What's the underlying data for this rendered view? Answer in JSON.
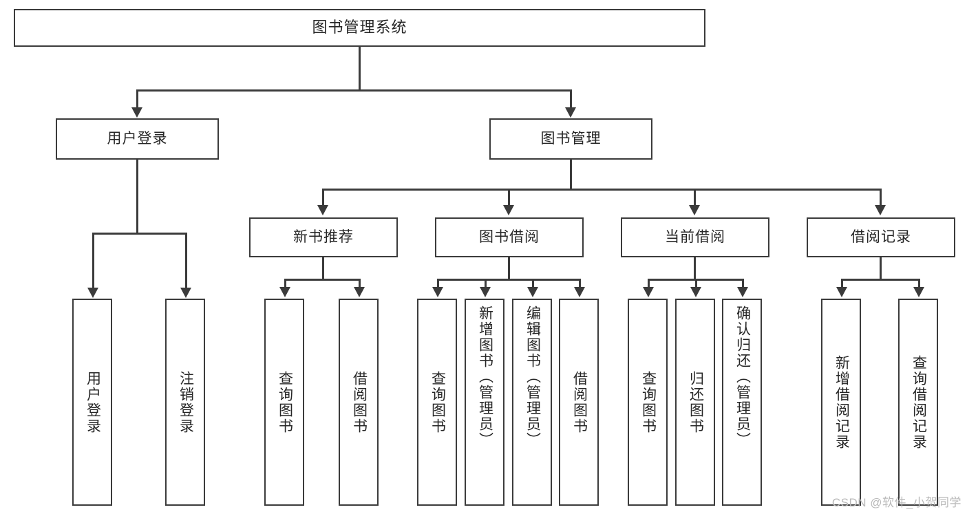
{
  "diagram": {
    "type": "tree-hierarchy",
    "title": "图书管理系统",
    "root": {
      "label": "图书管理系统"
    },
    "level2": [
      {
        "label": "用户登录"
      },
      {
        "label": "图书管理"
      }
    ],
    "level3": [
      {
        "label": "新书推荐"
      },
      {
        "label": "图书借阅"
      },
      {
        "label": "当前借阅"
      },
      {
        "label": "借阅记录"
      }
    ],
    "leaves": {
      "user_login": [
        {
          "label": "用户登录"
        },
        {
          "label": "注销登录"
        }
      ],
      "new_book_recommend": [
        {
          "label": "查询图书"
        },
        {
          "label": "借阅图书"
        }
      ],
      "book_borrow": [
        {
          "label": "查询图书"
        },
        {
          "label": "新增图书（管理员）"
        },
        {
          "label": "编辑图书（管理员）"
        },
        {
          "label": "借阅图书"
        }
      ],
      "current_borrow": [
        {
          "label": "查询图书"
        },
        {
          "label": "归还图书"
        },
        {
          "label": "确认归还（管理员）"
        }
      ],
      "borrow_record": [
        {
          "label": "新增借阅记录"
        },
        {
          "label": "查询借阅记录"
        }
      ]
    }
  },
  "watermark": {
    "text": "CSDN @软件_小贺同学"
  },
  "colors": {
    "border": "#3b3b3b",
    "text": "#262626",
    "background": "#ffffff",
    "watermark": "#b9b9b9"
  }
}
